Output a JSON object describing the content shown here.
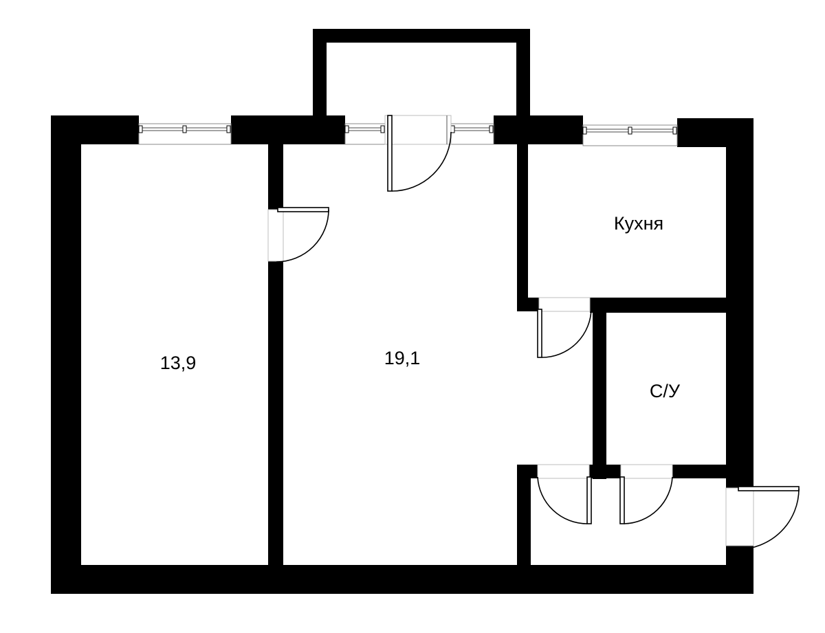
{
  "plan": {
    "rooms": [
      {
        "id": "room-1",
        "label": "13,9"
      },
      {
        "id": "room-2",
        "label": "19,1"
      },
      {
        "id": "kitchen",
        "label": "Кухня"
      },
      {
        "id": "bathroom",
        "label": "С/У"
      }
    ],
    "colors": {
      "wall": "#000000",
      "floor": "#ffffff"
    }
  }
}
